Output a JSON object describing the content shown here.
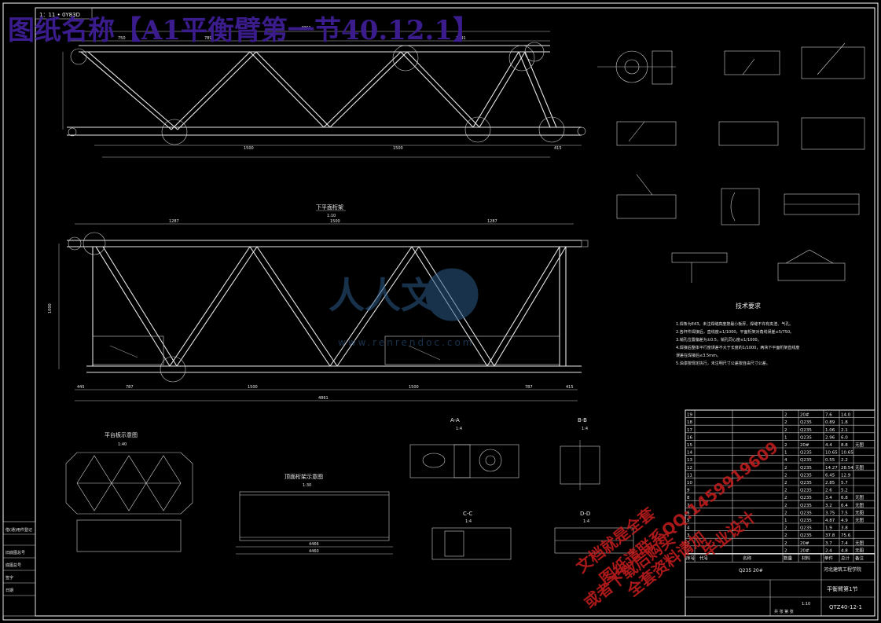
{
  "title_banner": "图纸名称【A1平衡臂第一节40.12.1】",
  "tag_top_left": "1：11  • 0Y83D",
  "drawing_views": {
    "top_dims": [
      "4861",
      "750",
      "789",
      "1291"
    ],
    "bottom_dims": [
      "1500",
      "1500",
      "415"
    ],
    "mid_dims": [
      "1287",
      "1500",
      "1287"
    ],
    "main_total": "4861",
    "lower_dims": [
      "445",
      "787",
      "1500",
      "1500",
      "787",
      "415"
    ],
    "side_dim": "1000",
    "plan_title": "下平面桁架",
    "plan_scale": "1:10"
  },
  "section_labels": [
    {
      "title": "A-A",
      "scale": "1:4"
    },
    {
      "title": "B-B",
      "scale": "1:4"
    },
    {
      "title": "C-C",
      "scale": "1:4"
    },
    {
      "title": "D-D",
      "scale": "1:4"
    }
  ],
  "side_views": {
    "triangle_title": "平台板示意图",
    "triangle_scale": "1:40",
    "top_title": "顶面桁架示意图",
    "top_scale": "1:30",
    "top_dims": [
      "4466",
      "4460"
    ]
  },
  "tech_requirements": {
    "heading": "技术要求",
    "lines": [
      "1.焊条为E43，未注焊缝高度按最小板厚，焊缝不许有夹渣、气孔。",
      "2.各杆件焊接后，直线度≤1/1000，平面桁架对角线误差≤5/750。",
      "3.销孔位置偏差为±0.5，销孔同心度≤1/1000。",
      "4.焊接后整体平行度误差不大于长度的1/1000，两块下平面桁架直线度",
      "   误差在焊接后≤3.5mm。",
      "5.油漆按规定执行，未注明尺寸公差按自由尺寸公差。"
    ]
  },
  "bom": {
    "rows": [
      {
        "no": "19",
        "name": "",
        "qty": "2",
        "mat": "20#",
        "w1": "7.6",
        "w2": "14.0",
        "note": ""
      },
      {
        "no": "18",
        "name": "",
        "qty": "2",
        "mat": "Q235",
        "w1": "0.89",
        "w2": "1.8",
        "note": ""
      },
      {
        "no": "17",
        "name": "",
        "qty": "2",
        "mat": "Q235",
        "w1": "1.06",
        "w2": "2.1",
        "note": ""
      },
      {
        "no": "16",
        "name": "",
        "qty": "1",
        "mat": "Q235",
        "w1": "2.96",
        "w2": "6.0",
        "note": ""
      },
      {
        "no": "15",
        "name": "",
        "qty": "2",
        "mat": "20#",
        "w1": "4.4",
        "w2": "8.8",
        "note": "无图"
      },
      {
        "no": "14",
        "name": "",
        "qty": "1",
        "mat": "Q235",
        "w1": "10.65",
        "w2": "10.65",
        "note": ""
      },
      {
        "no": "13",
        "name": "",
        "qty": "4",
        "mat": "Q235",
        "w1": "0.55",
        "w2": "2.2",
        "note": ""
      },
      {
        "no": "12",
        "name": "",
        "qty": "2",
        "mat": "Q235",
        "w1": "14.27",
        "w2": "28.54",
        "note": "无图"
      },
      {
        "no": "11",
        "name": "",
        "qty": "2",
        "mat": "Q235",
        "w1": "6.45",
        "w2": "12.9",
        "note": ""
      },
      {
        "no": "10",
        "name": "",
        "qty": "2",
        "mat": "Q235",
        "w1": "2.85",
        "w2": "5.7",
        "note": ""
      },
      {
        "no": "9",
        "name": "",
        "qty": "2",
        "mat": "Q235",
        "w1": "2.6",
        "w2": "5.2",
        "note": ""
      },
      {
        "no": "8",
        "name": "",
        "qty": "2",
        "mat": "Q235",
        "w1": "3.4",
        "w2": "6.8",
        "note": "无图"
      },
      {
        "no": "7",
        "name": "",
        "qty": "2",
        "mat": "Q235",
        "w1": "3.2",
        "w2": "6.4",
        "note": "无图"
      },
      {
        "no": "6",
        "name": "",
        "qty": "2",
        "mat": "Q235",
        "w1": "3.75",
        "w2": "7.5",
        "note": "无图"
      },
      {
        "no": "5",
        "name": "",
        "qty": "1",
        "mat": "Q235",
        "w1": "4.87",
        "w2": "4.9",
        "note": "无图"
      },
      {
        "no": "4",
        "name": "",
        "qty": "2",
        "mat": "Q235",
        "w1": "1.9",
        "w2": "3.8",
        "note": ""
      },
      {
        "no": "3",
        "name": "",
        "qty": "2",
        "mat": "Q235",
        "w1": "37.8",
        "w2": "75.6",
        "note": ""
      },
      {
        "no": "2",
        "name": "",
        "qty": "2",
        "mat": "20#",
        "w1": "3.7",
        "w2": "7.4",
        "note": "无图"
      },
      {
        "no": "1",
        "name": "",
        "qty": "2",
        "mat": "20#",
        "w1": "2.4",
        "w2": "4.8",
        "note": "无图"
      }
    ],
    "header": [
      "序号",
      "代号",
      "名称",
      "数量",
      "材料",
      "单件",
      "总计",
      "备注"
    ],
    "material_field": "Q235  20#",
    "company": "河北建筑工程学院",
    "drawing_name": "平衡臂第1节",
    "drawing_no": "QTZ40-12-1",
    "scale_text": "1:10",
    "sheet_info": "共  张  第  张"
  },
  "left_sidebar_labels": [
    "借(通)用件登记",
    "旧底图总号",
    "底图总号",
    "签字",
    "日期"
  ],
  "watermark": {
    "logo_text": "人人文库",
    "url": "www.renrendoc.com",
    "red_lines": [
      "文档就是全套",
      "图纸请联系QQ:1459919609",
      "全套资料请加",
      "或者下载后购买",
      "毕业设计"
    ]
  }
}
